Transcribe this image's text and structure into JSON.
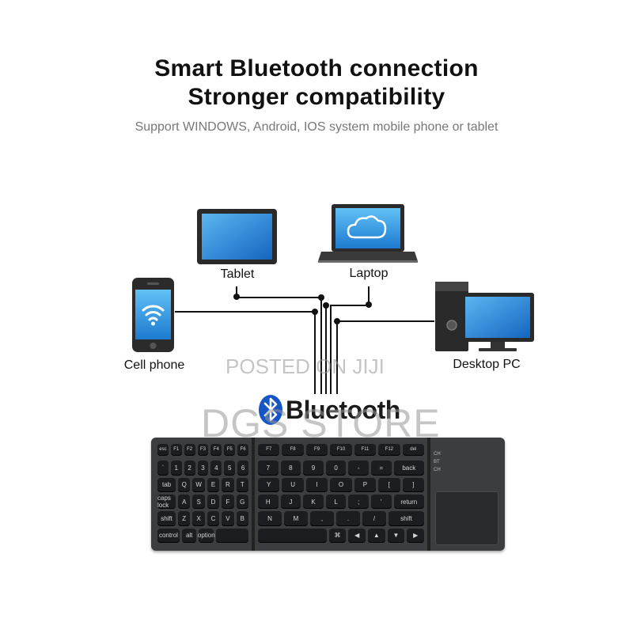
{
  "header": {
    "line1": "Smart Bluetooth connection",
    "line2": "Stronger compatibility",
    "subtitle": "Support WINDOWS, Android, IOS system mobile phone or tablet"
  },
  "devices": {
    "tablet": "Tablet",
    "laptop": "Laptop",
    "phone": "Cell phone",
    "desktop": "Desktop PC"
  },
  "bluetooth": {
    "label": "Bluetooth"
  },
  "watermark": {
    "line1": "POSTED ON JIJI",
    "line2": "DGS STORE"
  },
  "keyboard": {
    "left_rows": [
      [
        "esc",
        "F1",
        "F2",
        "F3",
        "F4",
        "F5",
        "F6"
      ],
      [
        "`",
        "1",
        "2",
        "3",
        "4",
        "5",
        "6"
      ],
      [
        "tab",
        "Q",
        "W",
        "E",
        "R",
        "T"
      ],
      [
        "caps lock",
        "A",
        "S",
        "D",
        "F",
        "G"
      ],
      [
        "shift",
        "Z",
        "X",
        "C",
        "V",
        "B"
      ],
      [
        "control",
        "alt",
        "option",
        ""
      ]
    ],
    "right_rows": [
      [
        "F7",
        "F8",
        "F9",
        "F10",
        "F11",
        "F12",
        "del"
      ],
      [
        "7",
        "8",
        "9",
        "0",
        "-",
        "=",
        "back"
      ],
      [
        "Y",
        "U",
        "I",
        "O",
        "P",
        "[",
        "]"
      ],
      [
        "H",
        "J",
        "K",
        "L",
        ";",
        "'",
        "return"
      ],
      [
        "N",
        "M",
        ",",
        ".",
        "/",
        "shift"
      ],
      [
        "",
        "⌘",
        "◀",
        "▲",
        "▼",
        "▶"
      ]
    ],
    "indicators": [
      "CH",
      "BT",
      "CH"
    ]
  },
  "colors": {
    "keyboard_body": "#3c3d41",
    "key": "#1c1d20",
    "screen": "#1e88d8",
    "bluetooth_blue": "#1656c4"
  }
}
